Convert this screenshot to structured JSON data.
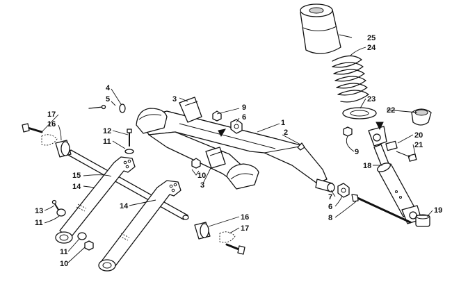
{
  "callouts": {
    "c1": "1",
    "c2": "2",
    "c3a": "3",
    "c3b": "3",
    "c4": "4",
    "c5": "5",
    "c6a": "6",
    "c6b": "6",
    "c7": "7",
    "c8": "8",
    "c9a": "9",
    "c9b": "9",
    "c10a": "10",
    "c10b": "10",
    "c11a": "11",
    "c11b": "11",
    "c11c": "11",
    "c12": "12",
    "c13": "13",
    "c14a": "14",
    "c14b": "14",
    "c15": "15",
    "c16a": "16",
    "c16b": "16",
    "c17a": "17",
    "c17b": "17",
    "c18": "18",
    "c19": "19",
    "c20": "20",
    "c21": "21",
    "c22": "22",
    "c23": "23",
    "c24": "24",
    "c25": "25"
  }
}
